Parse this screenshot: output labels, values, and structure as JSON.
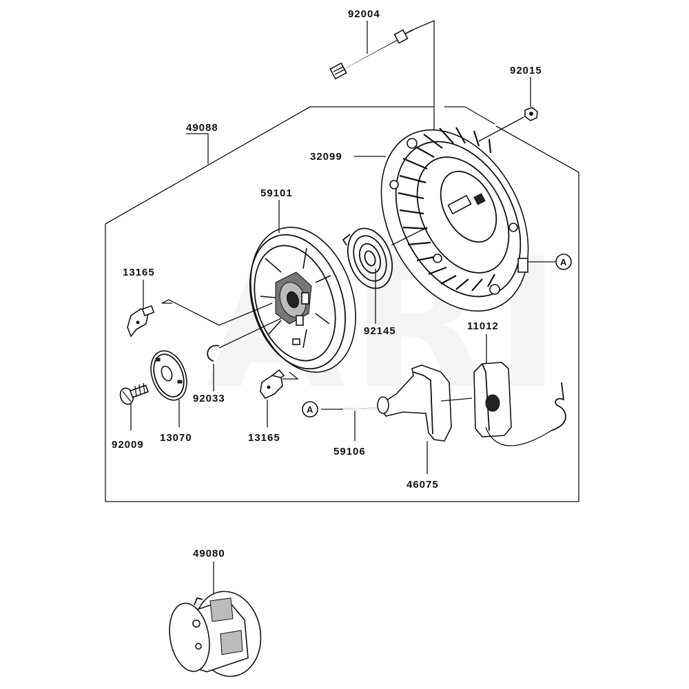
{
  "watermark": "ARI",
  "part_numbers": {
    "p92004": "92004",
    "p92015": "92015",
    "p49088": "49088",
    "p32099": "32099",
    "p59101": "59101",
    "p13165a": "13165",
    "p92145": "92145",
    "p11012": "11012",
    "p92033": "92033",
    "p92009": "92009",
    "p13070": "13070",
    "p13165b": "13165",
    "p59106": "59106",
    "p46075": "46075",
    "p49080": "49080"
  },
  "reference_markers": {
    "marker_a1": "A",
    "marker_a2": "A"
  }
}
